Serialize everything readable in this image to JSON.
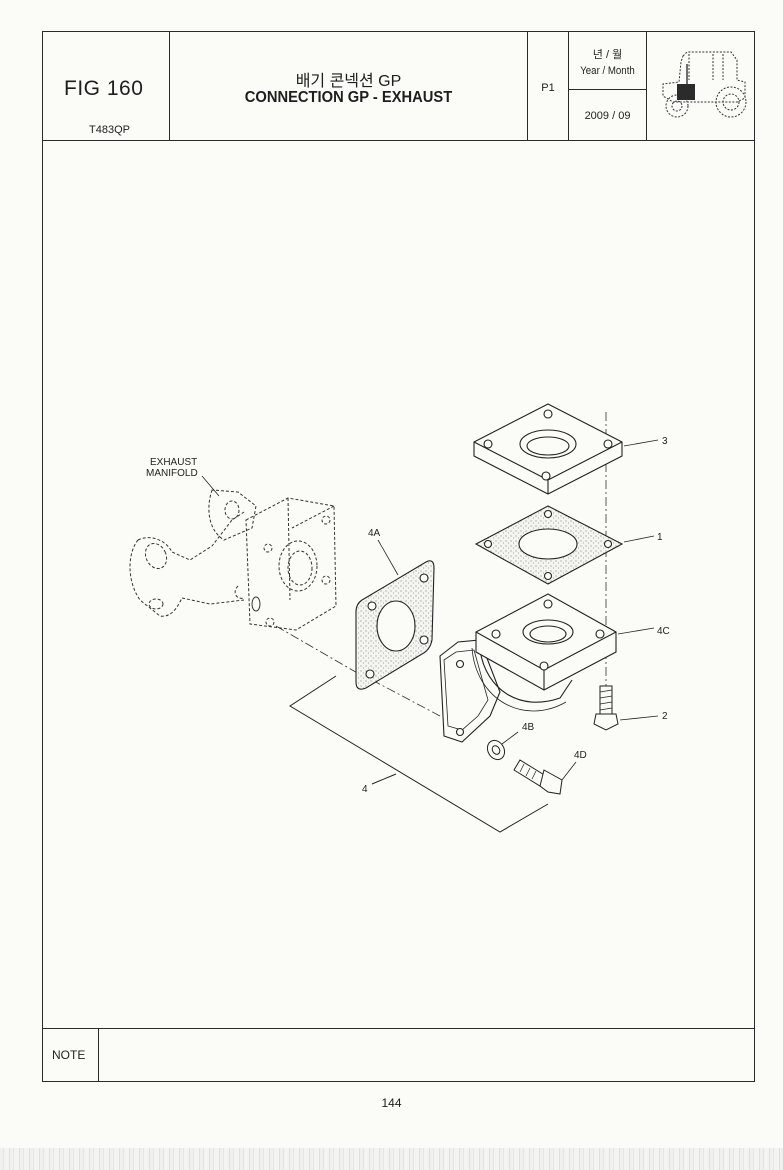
{
  "header": {
    "fig_number": "FIG 160",
    "model": "T483QP",
    "title_korean": "배기 콘넥션 GP",
    "title_english": "CONNECTION GP - EXHAUST",
    "page": "P1",
    "date_label_korean": "년 / 월",
    "date_label_english": "Year / Month",
    "date_value": "2009  / 09",
    "locator_icon": "tractor-engine-locator-icon"
  },
  "diagram": {
    "callouts": {
      "manifold_line1": "EXHAUST",
      "manifold_line2": "MANIFOLD",
      "part_3": "3",
      "part_1": "1",
      "part_4c": "4C",
      "part_2": "2",
      "part_4a": "4A",
      "part_4b": "4B",
      "part_4d": "4D",
      "part_4": "4"
    }
  },
  "note": {
    "label": "NOTE",
    "text": ""
  },
  "page_number": "144"
}
